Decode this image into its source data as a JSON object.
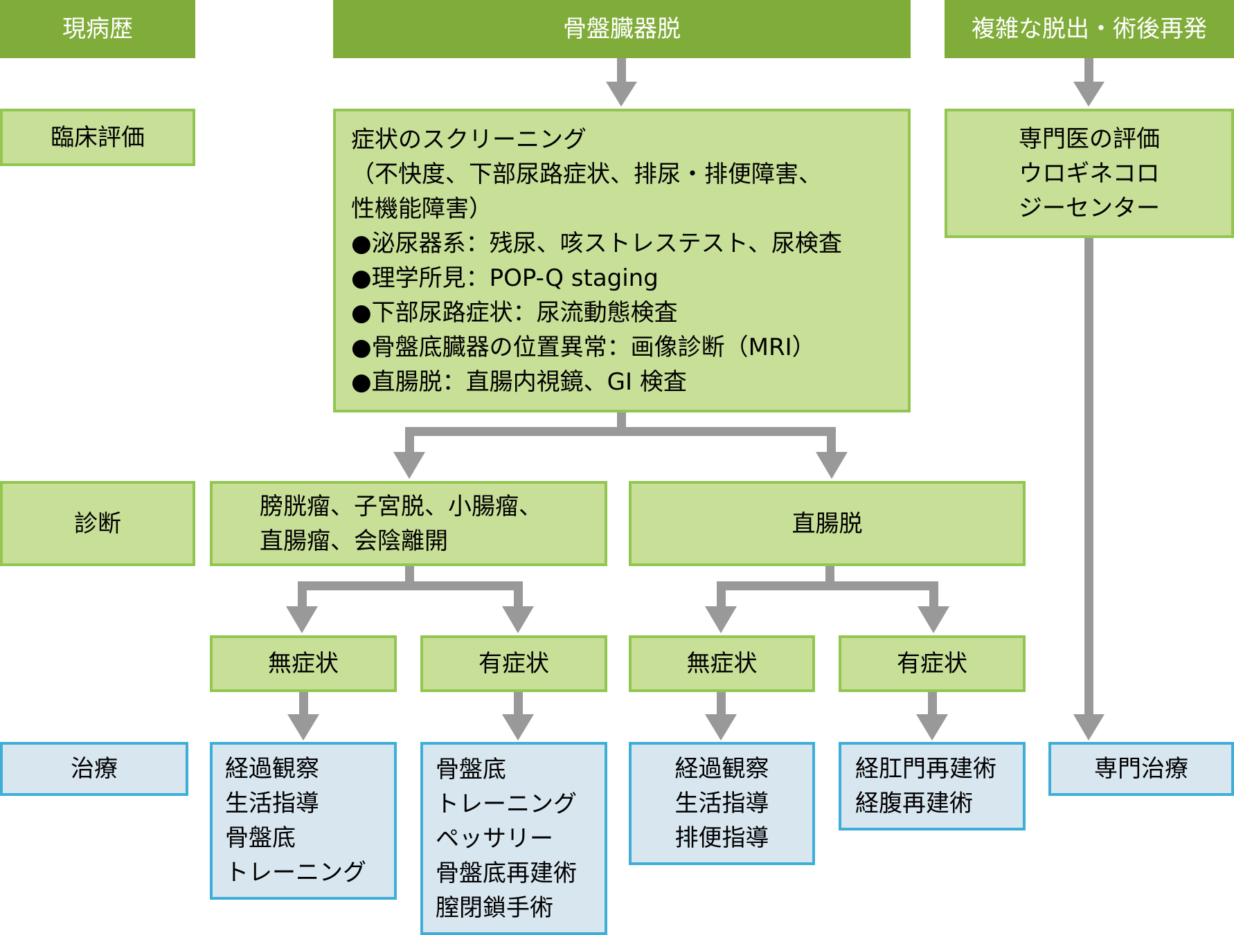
{
  "row_labels": {
    "history": "現病歴",
    "clinical_eval": "臨床評価",
    "diagnosis": "診断",
    "treatment": "治療"
  },
  "headers": {
    "pop": "骨盤臓器脱",
    "complex": "複雑な脱出・術後再発"
  },
  "screening": {
    "lines": [
      "症状のスクリーニング",
      "（不快度、下部尿路症状、排尿・排便障害、",
      "性機能障害）",
      "●泌尿器系：残尿、咳ストレステスト、尿検査",
      "●理学所見：POP-Q staging",
      "●下部尿路症状：尿流動態検査",
      "●骨盤底臓器の位置異常：画像診断（MRI）",
      "●直腸脱：直腸内視鏡、GI 検査"
    ]
  },
  "specialist_eval": {
    "lines": [
      "専門医の評価",
      "ウロギネコロ",
      "ジーセンター"
    ]
  },
  "diagnoses": {
    "pop_types": {
      "lines": [
        "膀胱瘤、子宮脱、小腸瘤、",
        "直腸瘤、会陰離開"
      ]
    },
    "rectal": {
      "lines": [
        "直腸脱"
      ]
    }
  },
  "symptoms": {
    "asymptomatic": "無症状",
    "symptomatic": "有症状"
  },
  "treatments": {
    "pop_asymptomatic": [
      "経過観察",
      "生活指導",
      "骨盤底",
      "トレーニング"
    ],
    "pop_symptomatic": [
      "骨盤底",
      "トレーニング",
      "ペッサリー",
      "骨盤底再建術",
      "膣閉鎖手術"
    ],
    "rectal_asymptomatic": [
      "経過観察",
      "生活指導",
      "排便指導"
    ],
    "rectal_symptomatic": [
      "経肛門再建術",
      "経腹再建術"
    ],
    "specialist": [
      "専門治療"
    ]
  },
  "colors": {
    "header_green": "#80ac3a",
    "box_green_fill": "#c7df97",
    "box_green_border": "#93c650",
    "box_blue_fill": "#d8e6f0",
    "box_blue_border": "#3eaed9",
    "arrow_gray": "#999999"
  }
}
